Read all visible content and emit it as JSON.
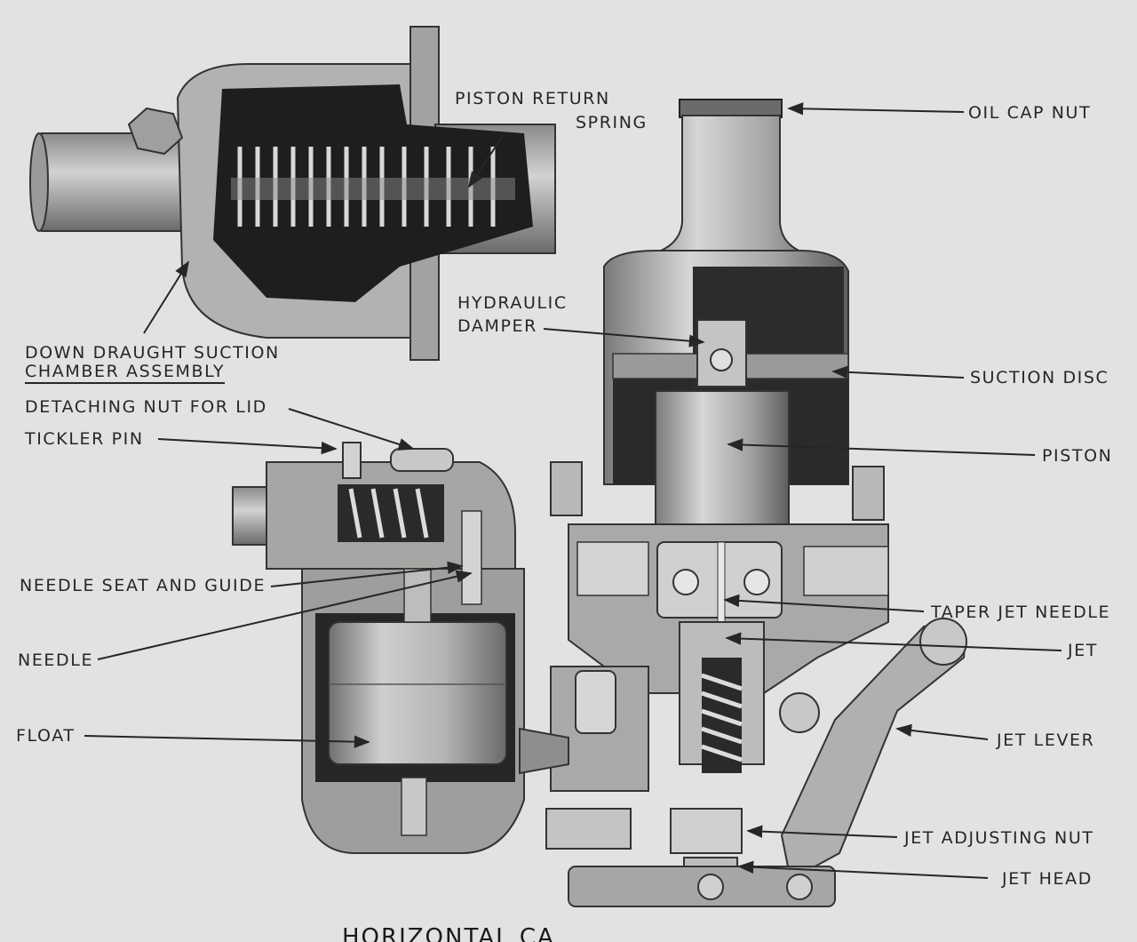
{
  "labels": {
    "piston_return_spring_l1": "PISTON RETURN",
    "piston_return_spring_l2": "SPRING",
    "oil_cap_nut": "OIL CAP NUT",
    "hydraulic_damper_l1": "HYDRAULIC",
    "hydraulic_damper_l2": "DAMPER",
    "down_draught_l1": "DOWN DRAUGHT SUCTION",
    "down_draught_l2": "CHAMBER ASSEMBLY",
    "suction_disc": "SUCTION DISC",
    "detaching_nut": "DETACHING NUT FOR LID",
    "tickler_pin": "TICKLER PIN",
    "piston": "PISTON",
    "needle_seat": "NEEDLE SEAT AND GUIDE",
    "taper_jet_needle": "TAPER JET NEEDLE",
    "needle": "NEEDLE",
    "jet": "JET",
    "float": "FLOAT",
    "jet_lever": "JET LEVER",
    "jet_adjusting_nut": "JET ADJUSTING NUT",
    "jet_head": "JET HEAD"
  },
  "caption": "HORIZONTAL CA",
  "colors": {
    "plate": "#e2e2e0",
    "ink": "#262626",
    "metal_light": "#bdbdbb",
    "metal_mid": "#8d8d8b",
    "metal_dark": "#3a3a3a",
    "cavity": "#1c1c1c"
  }
}
